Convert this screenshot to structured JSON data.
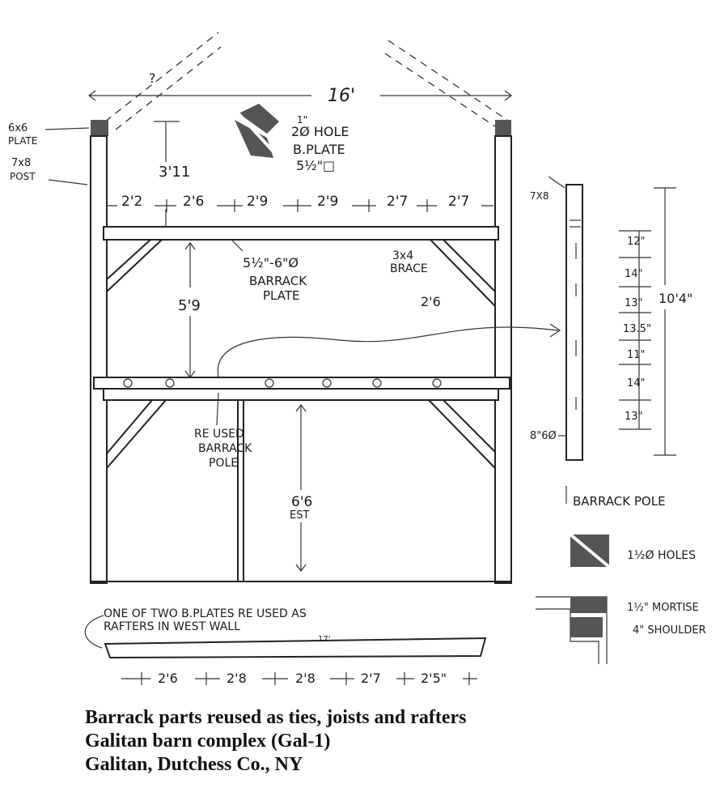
{
  "labels": {
    "ridge_q": "?",
    "width": "16'",
    "plate_6x6": "6x6",
    "plate_word": "PLATE",
    "post_7x8": "7x8",
    "post_word": "POST",
    "hole_top": "1\"",
    "hole": "2Ø HOLE",
    "bplate": "B.PLATE",
    "bplate_size": "5½\"□",
    "h_3_11": "3'11",
    "span1": "2'2",
    "span2": "2'6",
    "span3": "2'9",
    "span4": "2'9",
    "span5": "2'7",
    "span6": "2'7",
    "barrack_plate_size": "5½\"-6\"Ø",
    "barrack_plate_1": "BARRACK",
    "barrack_plate_2": "PLATE",
    "brace_1": "3x4",
    "brace_2": "BRACE",
    "brace_len": "2'6",
    "h_5_9": "5'9",
    "reused_1": "RE USED",
    "reused_2": "BARRACK",
    "reused_3": "POLE",
    "h_6_6": "6'6",
    "est": "EST",
    "pole_7x8": "7X8",
    "pole_total": "10'4\"",
    "pole_seg1": "12\"",
    "pole_seg2": "14\"",
    "pole_seg3": "13\"",
    "pole_seg4": "13.5\"",
    "pole_seg5": "11\"",
    "pole_seg6": "14\"",
    "pole_seg7": "13\"",
    "pole_dia": "8\"6Ø",
    "barrack_pole": "BARRACK POLE",
    "holes": "1½Ø HOLES",
    "mortise": "1½\" MORTISE",
    "shoulder": "4\" SHOULDER",
    "rafter_note_1": "ONE OF TWO B.PLATES RE USED AS",
    "rafter_note_2": "RAFTERS IN WEST WALL",
    "rafter_len": "17'",
    "r1": "2'6",
    "r2": "2'8",
    "r3": "2'8",
    "r4": "2'7",
    "r5": "2'5\""
  },
  "caption": {
    "line1": "Barrack parts reused as ties, joists  and rafters",
    "line2": "Galitan barn complex (Gal-1)",
    "line3": "Galitan, Dutchess Co., NY"
  }
}
